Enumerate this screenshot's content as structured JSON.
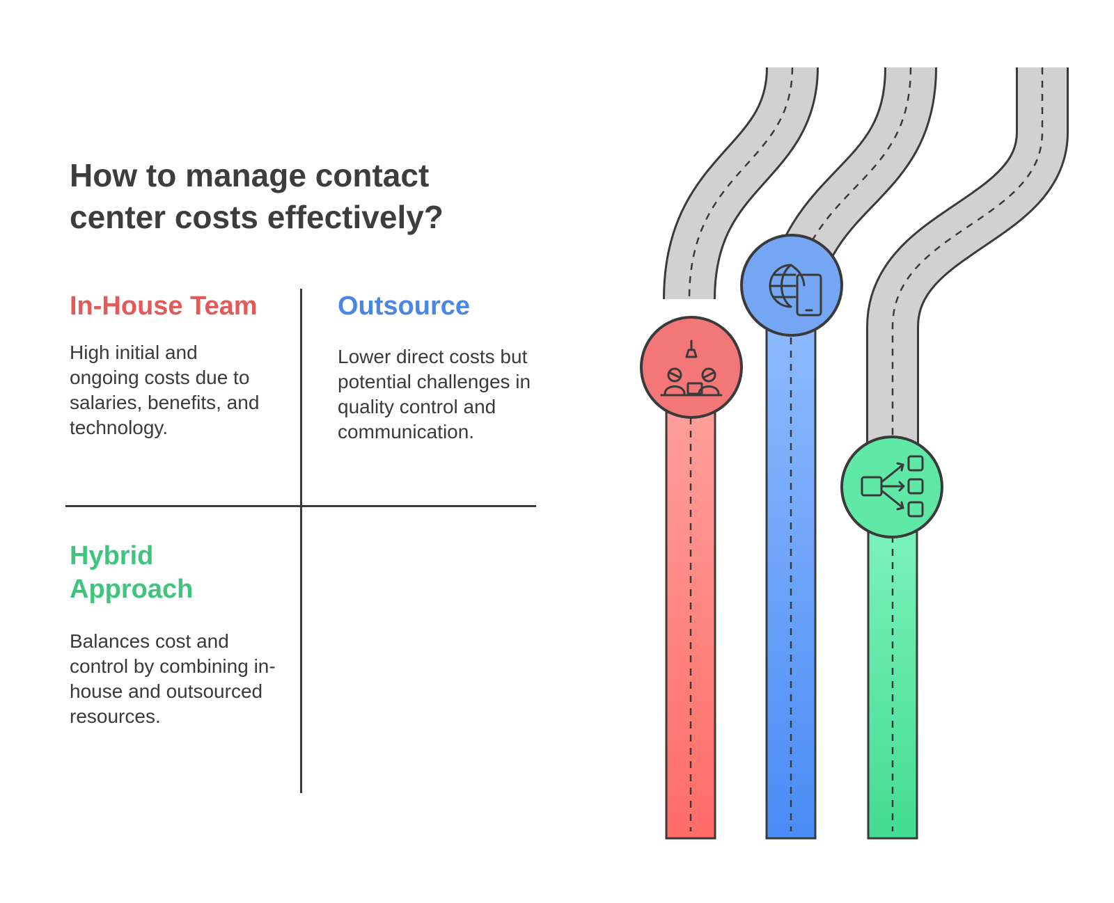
{
  "title": "How to manage contact center costs effectively?",
  "options": [
    {
      "key": "inhouse",
      "title": "In-House Team",
      "body": "High initial and ongoing costs due to salaries, benefits, and technology.",
      "color": "#e25a5a",
      "icon": "team-workspace-icon"
    },
    {
      "key": "outsource",
      "title": "Outsource",
      "body": "Lower direct costs but potential challenges in quality control and communication.",
      "color": "#4a86e6",
      "icon": "globe-mobile-icon"
    },
    {
      "key": "hybrid",
      "title": "Hybrid Approach",
      "body": "Balances cost and control by combining in-house and outsourced resources.",
      "color": "#3ec47d",
      "icon": "distribution-icon"
    }
  ]
}
